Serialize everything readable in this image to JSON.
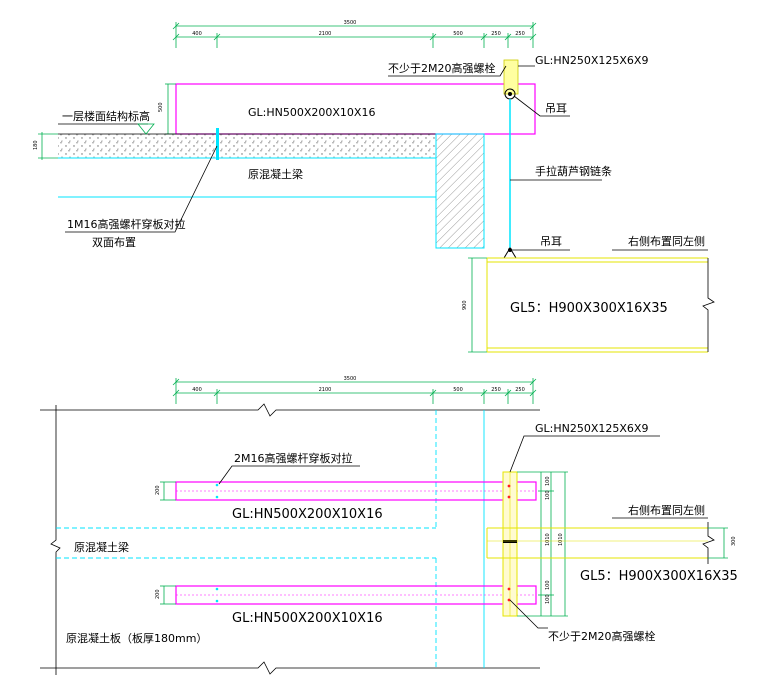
{
  "colors": {
    "dimension": "#00b050",
    "beam_magenta": "#ff00ff",
    "beam_yellow": "#e6e600",
    "concrete_cyan": "#00e5ff",
    "bolt_red": "#ff2020",
    "line": "#000000"
  },
  "elevation": {
    "dims_top": {
      "total": "3500",
      "segments": [
        "400",
        "2100",
        "500",
        "250",
        "250"
      ]
    },
    "dim_slab": "180",
    "dim_beam": "500",
    "dim_gl5": "900",
    "floor_level_label": "一层楼面结构标高",
    "beam_label": "GL:HN500X200X10X16",
    "concrete_beam_label": "原混凝土梁",
    "through_bolt_label_1": "1M16高强螺杆穿板对拉",
    "through_bolt_label_2": "双面布置",
    "bolts_label": "不少于2M20高强螺栓",
    "hanger_label": "GL:HN250X125X6X9",
    "lifting_lug_label_1": "吊耳",
    "chain_label": "手拉葫芦钢链条",
    "lifting_lug_label_2": "吊耳",
    "right_side_note": "右侧布置同左侧",
    "gl5_label": "GL5：H900X300X16X35"
  },
  "plan": {
    "dims_top": {
      "total": "3500",
      "segments": [
        "400",
        "2100",
        "500",
        "250",
        "250"
      ]
    },
    "hanger_label": "GL:HN250X125X6X9",
    "through_bolt_label": "2M16高强螺杆穿板对拉",
    "beam_label_1": "GL:HN500X200X10X16",
    "beam_label_2": "GL:HN500X200X10X16",
    "concrete_beam_label": "原混凝土梁",
    "slab_label": "原混凝土板（板厚180mm）",
    "right_side_note": "右侧布置同左侧",
    "gl5_label": "GL5：H900X300X16X35",
    "bolts_label": "不少于2M20高强螺栓",
    "dim_beam_w1": "200",
    "dim_beam_w2": "200",
    "dim_right_a": "100",
    "dim_right_b": "100",
    "dim_right_c": "100",
    "dim_right_d": "100",
    "dim_right_1": "1010",
    "dim_right_2": "1010",
    "dim_gl5_w": "300"
  }
}
